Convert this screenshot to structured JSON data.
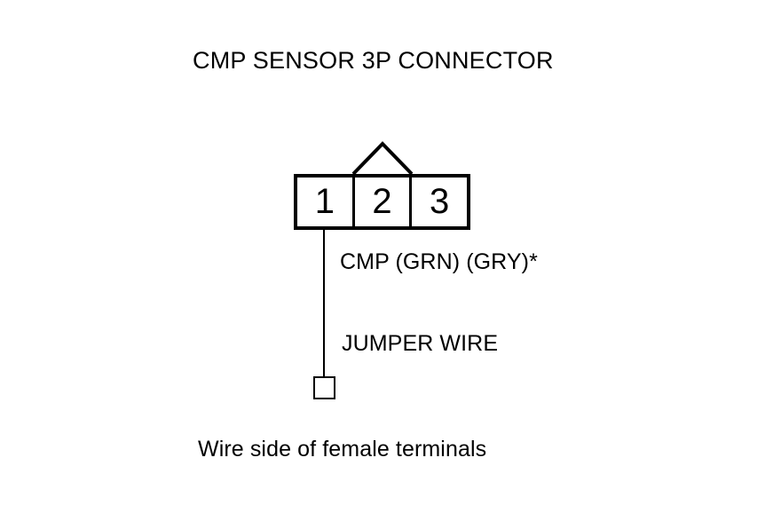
{
  "diagram": {
    "title": "CMP SENSOR 3P CONNECTOR",
    "caption": "Wire side of female terminals",
    "connector": {
      "pins": [
        {
          "number": "1"
        },
        {
          "number": "2"
        },
        {
          "number": "3"
        }
      ],
      "latch_tab_icon": "triangle-latch-icon"
    },
    "wire": {
      "signal_label": "CMP (GRN) (GRY)*",
      "jumper_label": "JUMPER WIRE",
      "terminal_icon": "terminal-square-icon"
    },
    "colors": {
      "background": "#ffffff",
      "line": "#000000",
      "text": "#000000"
    }
  }
}
